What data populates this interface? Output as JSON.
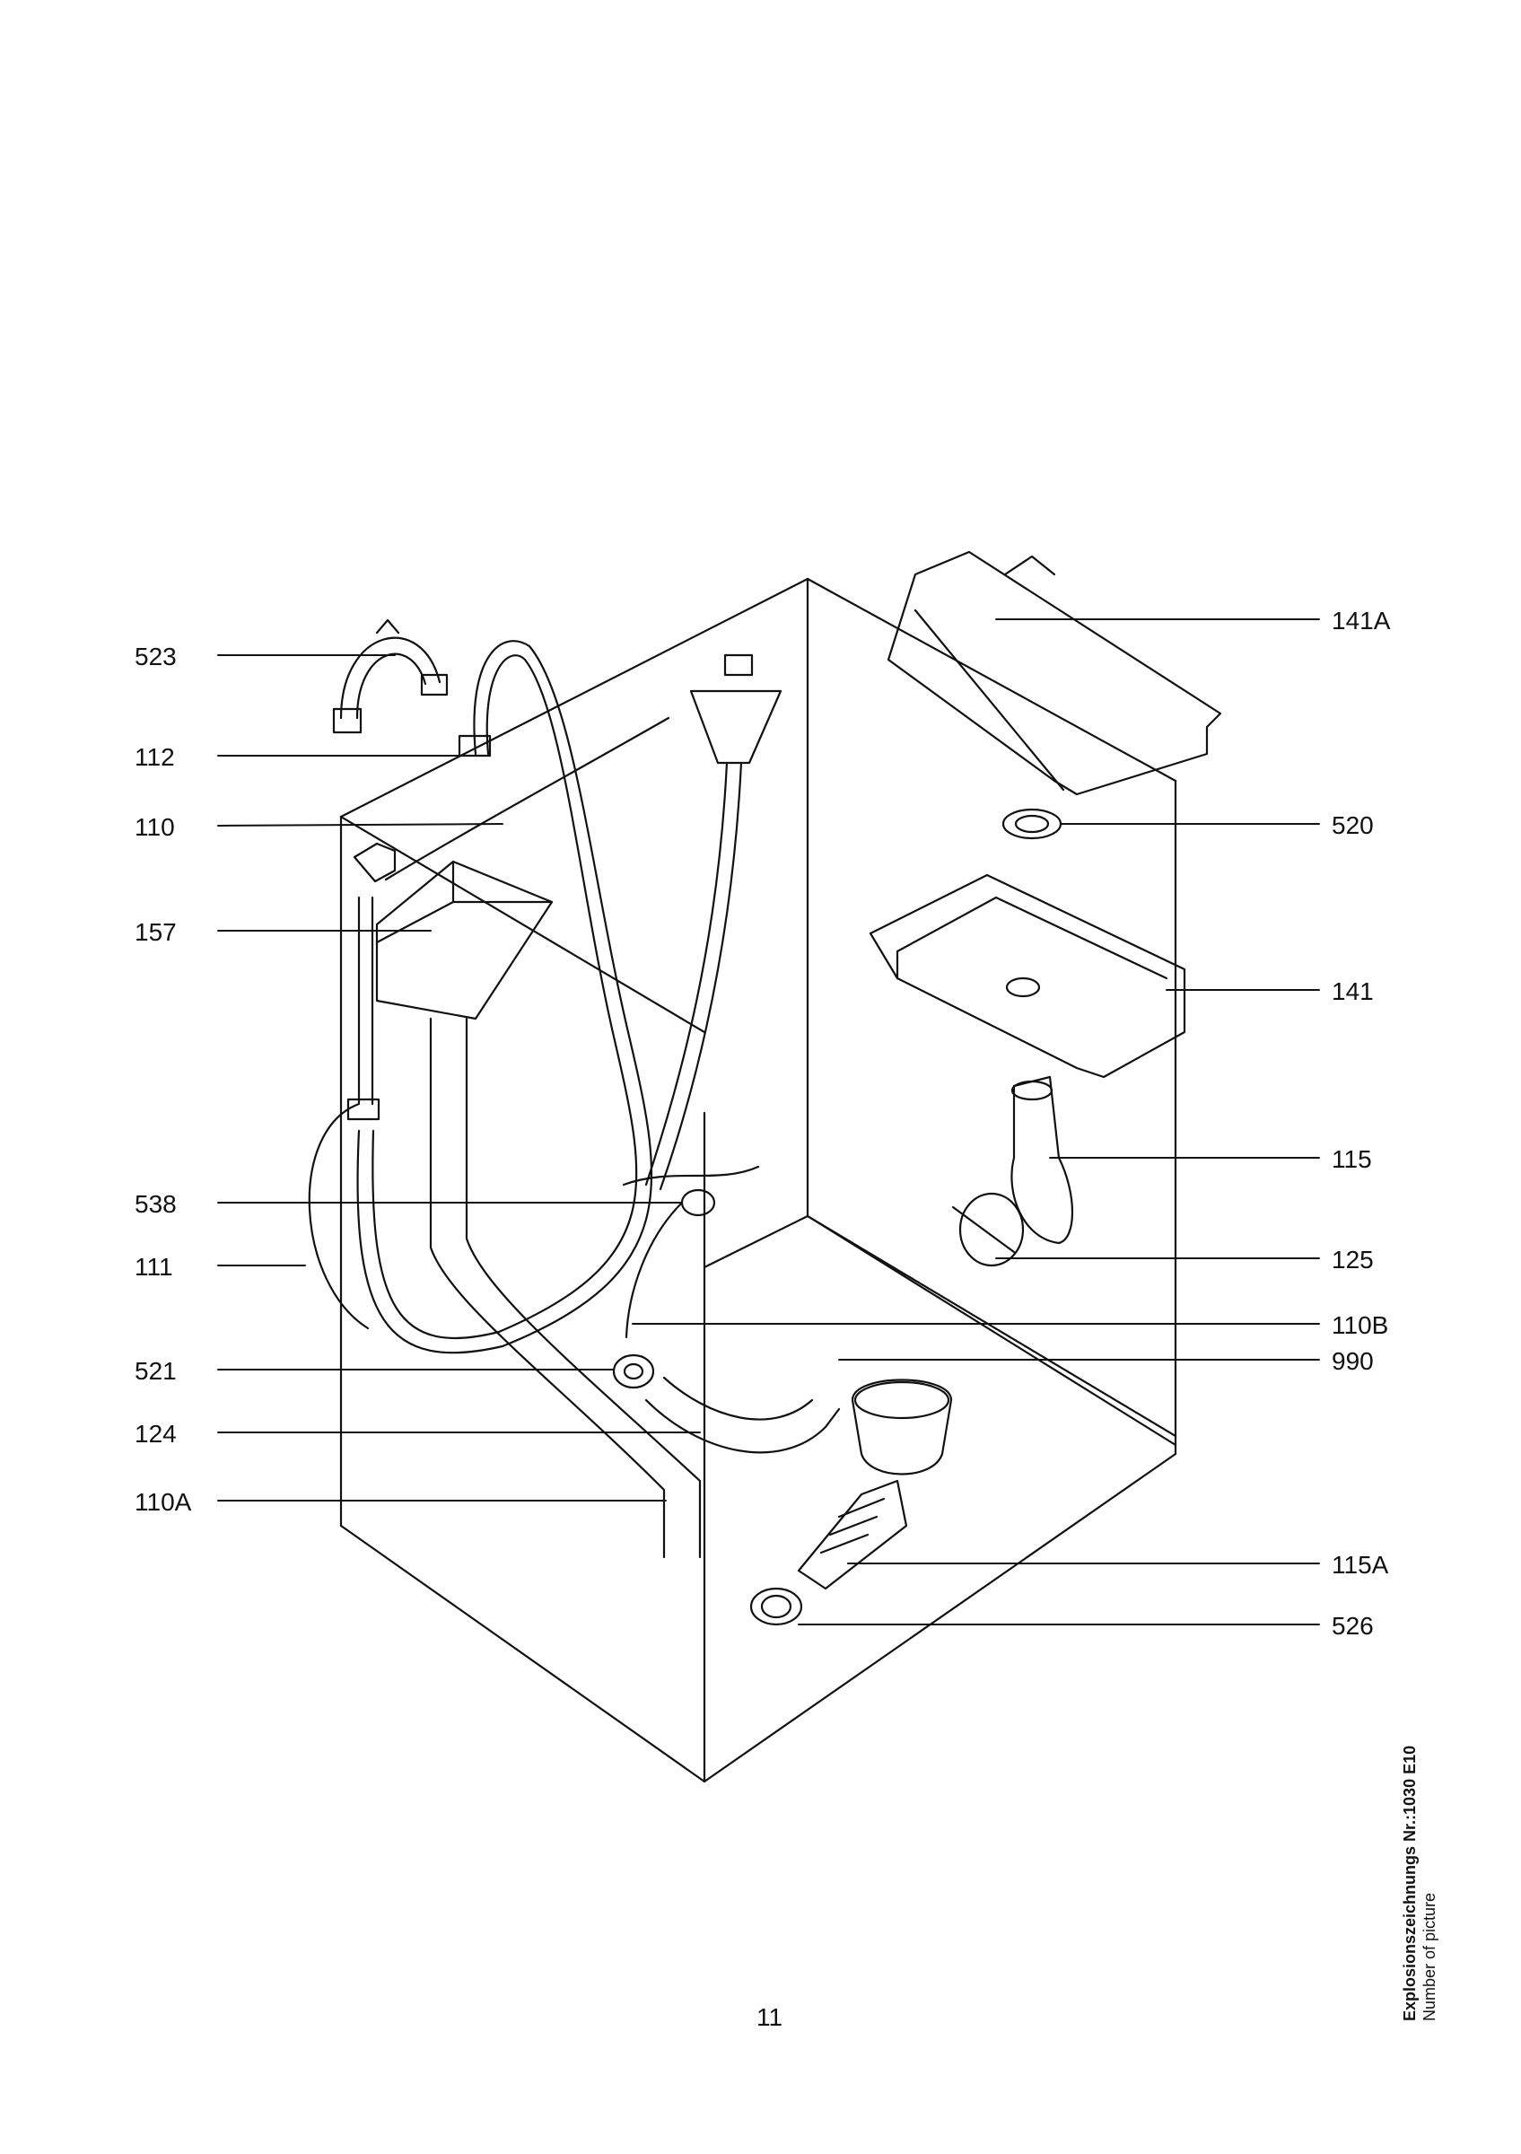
{
  "callouts_left": [
    "523",
    "112",
    "110",
    "157",
    "538",
    "111",
    "521",
    "124",
    "110A"
  ],
  "callouts_right": [
    "141A",
    "520",
    "141",
    "115",
    "125",
    "110B",
    "990",
    "115A",
    "526"
  ],
  "page_number": "11",
  "side_caption": {
    "title": "Explosionszeichnungs Nr.:1030 E10",
    "subtitle": "Number of picture"
  }
}
